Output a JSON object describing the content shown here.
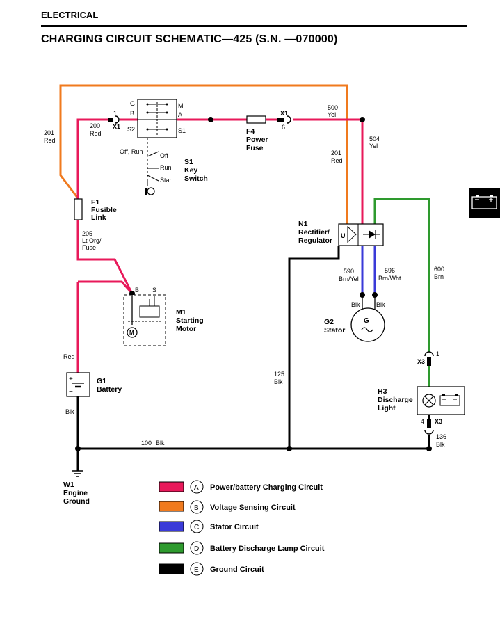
{
  "header": {
    "section": "ELECTRICAL",
    "title": "CHARGING CIRCUIT SCHEMATIC—425 (S.N. —070000)"
  },
  "colors": {
    "power": "#e8195a",
    "sensing": "#f07a1e",
    "stator": "#3a3ad8",
    "discharge": "#2e9a2e",
    "ground": "#000000"
  },
  "wires": {
    "w201_top": {
      "num": "201",
      "color": "Red"
    },
    "w200": {
      "num": "200",
      "color": "Red"
    },
    "w500": {
      "num": "500",
      "color": "Yel"
    },
    "w504": {
      "num": "504",
      "color": "Yel"
    },
    "w201_right": {
      "num": "201",
      "color": "Red"
    },
    "w205": {
      "num": "205",
      "color1": "Lt Org/",
      "color2": "Fuse"
    },
    "w_red_batt": "Red",
    "w_blk_batt": "Blk",
    "w590": {
      "num": "590",
      "color": "Brn/Yel"
    },
    "w596": {
      "num": "596",
      "color": "Brn/Wht"
    },
    "w600": {
      "num": "600",
      "color": "Brn"
    },
    "w125": {
      "num": "125",
      "color": "Blk"
    },
    "w100": {
      "num": "100",
      "color": "Blk"
    },
    "w136": {
      "num": "136",
      "color": "Blk"
    },
    "blk1": "Blk",
    "blk2": "Blk"
  },
  "connectors": {
    "x1_left": {
      "name": "X1",
      "pin": "1"
    },
    "x1_right": {
      "name": "X1",
      "pin": "6"
    },
    "x3_top": {
      "name": "X3",
      "pin": "1"
    },
    "x3_bot": {
      "name": "X3",
      "pin": "4"
    }
  },
  "components": {
    "s1": {
      "id": "S1",
      "line1": "Key",
      "line2": "Switch",
      "pin_g": "G",
      "pin_b": "B",
      "pin_s2": "S2",
      "pin_m": "M",
      "pin_a": "A",
      "pin_s1": "S1",
      "pos_offrun": "Off, Run",
      "pos_off": "Off",
      "pos_run": "Run",
      "pos_start": "Start"
    },
    "f4": {
      "id": "F4",
      "line1": "Power",
      "line2": "Fuse"
    },
    "f1": {
      "id": "F1",
      "line1": "Fusible",
      "line2": "Link"
    },
    "m1": {
      "id": "M1",
      "line1": "Starting",
      "line2": "Motor",
      "pin_b": "B",
      "pin_s": "S",
      "symbol": "M"
    },
    "g1": {
      "id": "G1",
      "line1": "Battery"
    },
    "n1": {
      "id": "N1",
      "line1": "Rectifier/",
      "line2": "Regulator",
      "symbol": "U"
    },
    "g2": {
      "id": "G2",
      "line1": "Stator"
    },
    "h3": {
      "id": "H3",
      "line1": "Discharge",
      "line2": "Light"
    },
    "w1": {
      "id": "W1",
      "line1": "Engine",
      "line2": "Ground"
    }
  },
  "legend": [
    {
      "letter": "A",
      "label": "Power/battery Charging Circuit",
      "color": "#e8195a"
    },
    {
      "letter": "B",
      "label": "Voltage Sensing Circuit",
      "color": "#f07a1e"
    },
    {
      "letter": "C",
      "label": "Stator Circuit",
      "color": "#3a3ad8"
    },
    {
      "letter": "D",
      "label": "Battery Discharge Lamp Circuit",
      "color": "#2e9a2e"
    },
    {
      "letter": "E",
      "label": "Ground Circuit",
      "color": "#000000"
    }
  ]
}
